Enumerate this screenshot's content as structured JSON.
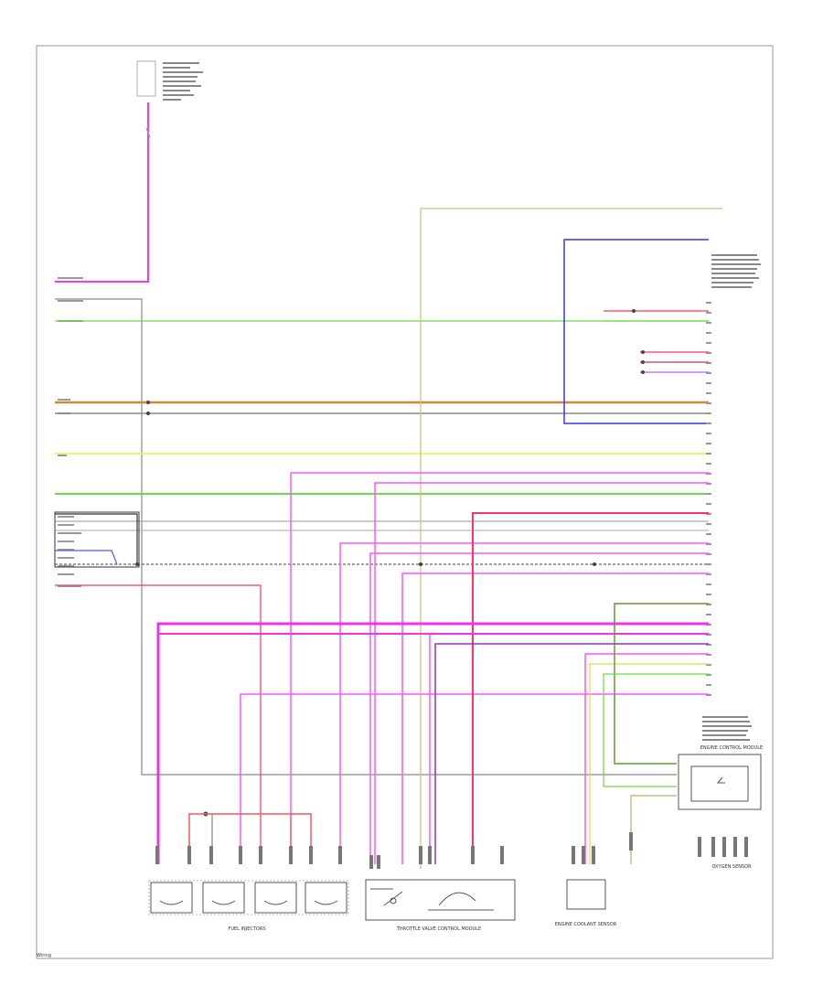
{
  "diagram": {
    "caption_fuel_injectors": "FUEL INJECTORS",
    "caption_throttle": "THROTTLE VALVE CONTROL MODULE",
    "caption_sensor_left": "ENGINE COOLANT SENSOR",
    "caption_oxygen": "OXYGEN SENSOR",
    "caption_module_right": "ENGINE CONTROL MODULE",
    "corner_code": "Wiring"
  }
}
